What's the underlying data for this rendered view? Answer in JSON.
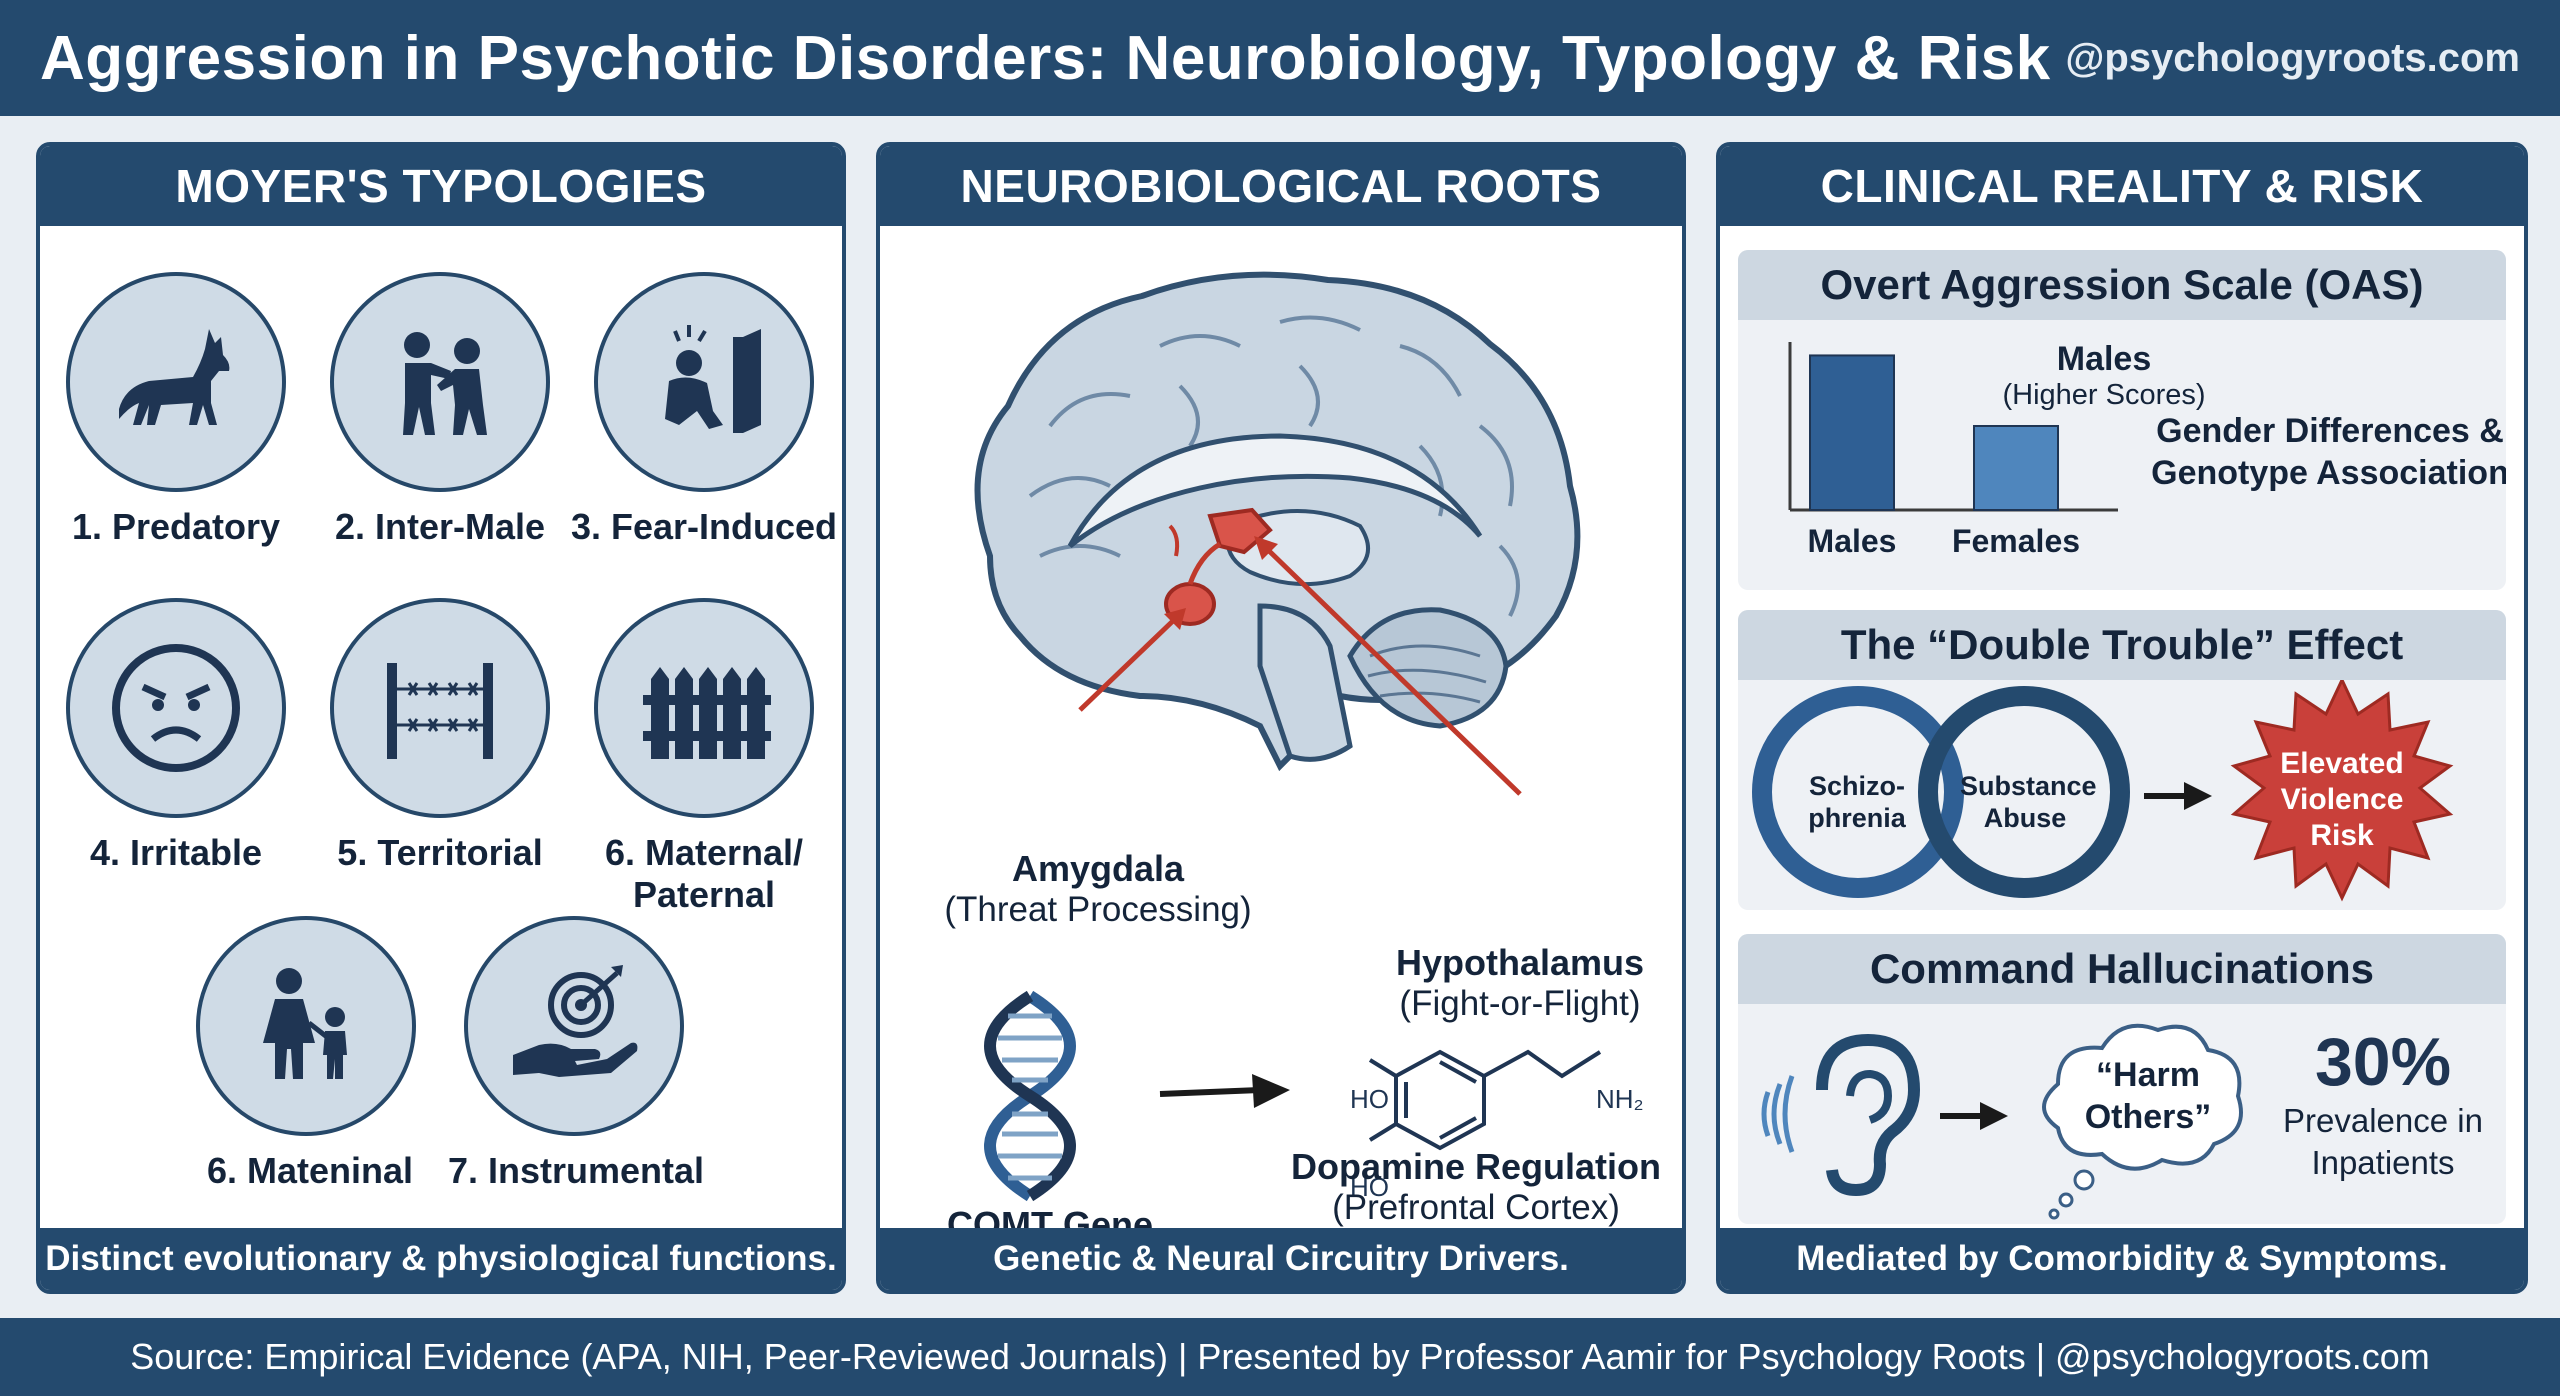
{
  "header": {
    "title": "Aggression in Psychotic Disorders: Neurobiology, Typology & Risk",
    "handle": "@psychologyroots.com"
  },
  "typologies": {
    "title": "MOYER'S TYPOLOGIES",
    "items": [
      {
        "label": "1. Predatory",
        "icon": "wolf-icon"
      },
      {
        "label": "2. Inter-Male",
        "icon": "fighting-men-icon"
      },
      {
        "label": "3. Fear-Induced",
        "icon": "cornered-person-icon"
      },
      {
        "label": "4. Irritable",
        "icon": "angry-face-icon"
      },
      {
        "label": "5. Territorial",
        "icon": "barbed-wire-fence-icon"
      },
      {
        "label_line1": "6. Maternal/",
        "label_line2": "Paternal",
        "icon": "picket-fence-icon"
      },
      {
        "label": "6. Mateninal",
        "icon": "mother-child-icon"
      },
      {
        "label": "7. Instrumental",
        "icon": "hand-target-icon"
      }
    ],
    "footer": "Distinct evolutionary & physiological functions."
  },
  "neuro": {
    "title": "NEUROBIOLOGICAL ROOTS",
    "amygdala": {
      "name": "Amygdala",
      "desc": "(Threat Processing)"
    },
    "hypothalamus": {
      "name": "Hypothalamus",
      "desc": "(Fight-or-Flight)"
    },
    "comt": "COMT Gene",
    "dopamine": {
      "name": "Dopamine Regulation",
      "desc": "(Prefrontal Cortex)"
    },
    "molecule": {
      "ho1": "HO",
      "ho2": "HO",
      "nh2": "NH₂"
    },
    "footer": "Genetic & Neural Circuitry Drivers."
  },
  "clinical": {
    "title": "CLINICAL REALITY & RISK",
    "oas": {
      "title": "Overt Aggression Scale (OAS)",
      "annotation_title": "Males",
      "annotation_sub": "(Higher Scores)",
      "side_text_line1": "Gender Differences &",
      "side_text_line2": "Genotype Association"
    },
    "double_trouble": {
      "title": "The “Double Trouble” Effect",
      "ring1_line1": "Schizo-",
      "ring1_line2": "phrenia",
      "ring2_line1": "Substance",
      "ring2_line2": "Abuse",
      "result_line1": "Elevated",
      "result_line2": "Violence",
      "result_line3": "Risk"
    },
    "command": {
      "title": "Command Hallucinations",
      "bubble_line1": "“Harm",
      "bubble_line2": "Others”",
      "stat": "30%",
      "stat_line1": "Prevalence in",
      "stat_line2": "Inpatients"
    },
    "footer": "Mediated by Comorbidity & Symptoms."
  },
  "chart_data": {
    "type": "bar",
    "categories": [
      "Males",
      "Females"
    ],
    "values": [
      0.92,
      0.5
    ],
    "value_note": "relative bar height (axis unlabeled)",
    "xlabel": "",
    "ylabel": "",
    "ylim": [
      0,
      1
    ],
    "colors": [
      "#2f5f94",
      "#4f86bd"
    ]
  },
  "footer": "Source: Empirical Evidence (APA, NIH, Peer-Reviewed Journals) | Presented by Professor Aamir for Psychology Roots | @psychologyroots.com",
  "colors": {
    "navy": "#244a6e",
    "icon": "#1f3553",
    "accent_red": "#c0392b",
    "ring_blue": "#2f5f94"
  }
}
